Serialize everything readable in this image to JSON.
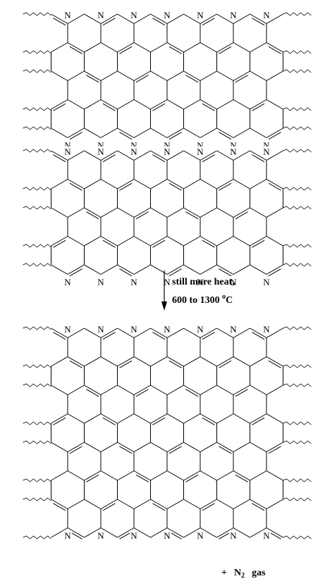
{
  "diagram": {
    "atom_label": "N",
    "colors": {
      "line": "#000000",
      "background": "#ffffff"
    },
    "structures": [
      {
        "id": "sheet-1",
        "ring_columns": 7,
        "hexagon_rows": 3,
        "nitrogen_edges": "top-and-bottom"
      },
      {
        "id": "sheet-2",
        "ring_columns": 7,
        "hexagon_rows": 3,
        "nitrogen_edges": "top-and-bottom"
      },
      {
        "id": "sheet-3",
        "ring_columns": 7,
        "hexagon_rows": 6,
        "nitrogen_edges": "top-and-bottom"
      }
    ]
  },
  "reaction": {
    "condition_line1": "still more heat,",
    "condition_line2_prefix": "600 to 1300 ",
    "condition_degree": "o",
    "condition_unit": "C"
  },
  "byproduct": {
    "plus": "+",
    "formula_base": "N",
    "formula_subscript": "2",
    "state": "gas"
  }
}
